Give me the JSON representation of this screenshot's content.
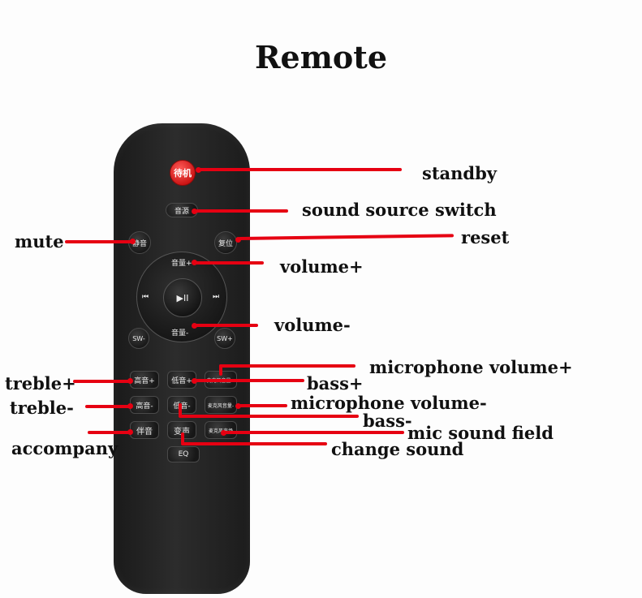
{
  "title": "Remote",
  "remote": {
    "power": "待机",
    "source": "音源",
    "mute": "静音",
    "reset": "复位",
    "vol_up": "音量+",
    "vol_down": "音量-",
    "prev": "⏮",
    "next": "⏭",
    "play": "▶II",
    "sw_minus": "SW-",
    "sw_plus": "SW+",
    "treble_up": "高音+",
    "bass_up": "低音+",
    "mic_vol_up": "麦克风音量+",
    "treble_down": "高音-",
    "bass_down": "低音-",
    "mic_vol_down": "麦克风音量-",
    "accompany": "伴音",
    "change_sound": "变声",
    "mic_field": "麦克风声场",
    "eq": "EQ"
  },
  "labels": {
    "standby": "standby",
    "sound_source_switch": "sound source switch",
    "mute": "mute",
    "reset": "reset",
    "volume_up": "volume+",
    "volume_down": "volume-",
    "microphone_volume_up": "microphone volume+",
    "treble_up": "treble+",
    "bass_up": "bass+",
    "treble_down": "treble-",
    "microphone_volume_down": "microphone volume-",
    "bass_down": "bass-",
    "mic_sound_field": "mic sound field",
    "accompany": "accompany",
    "change_sound": "change sound"
  },
  "colors": {
    "leader_line": "#e60012",
    "remote_body": "#1e1e1e",
    "power_button": "#e02020"
  }
}
